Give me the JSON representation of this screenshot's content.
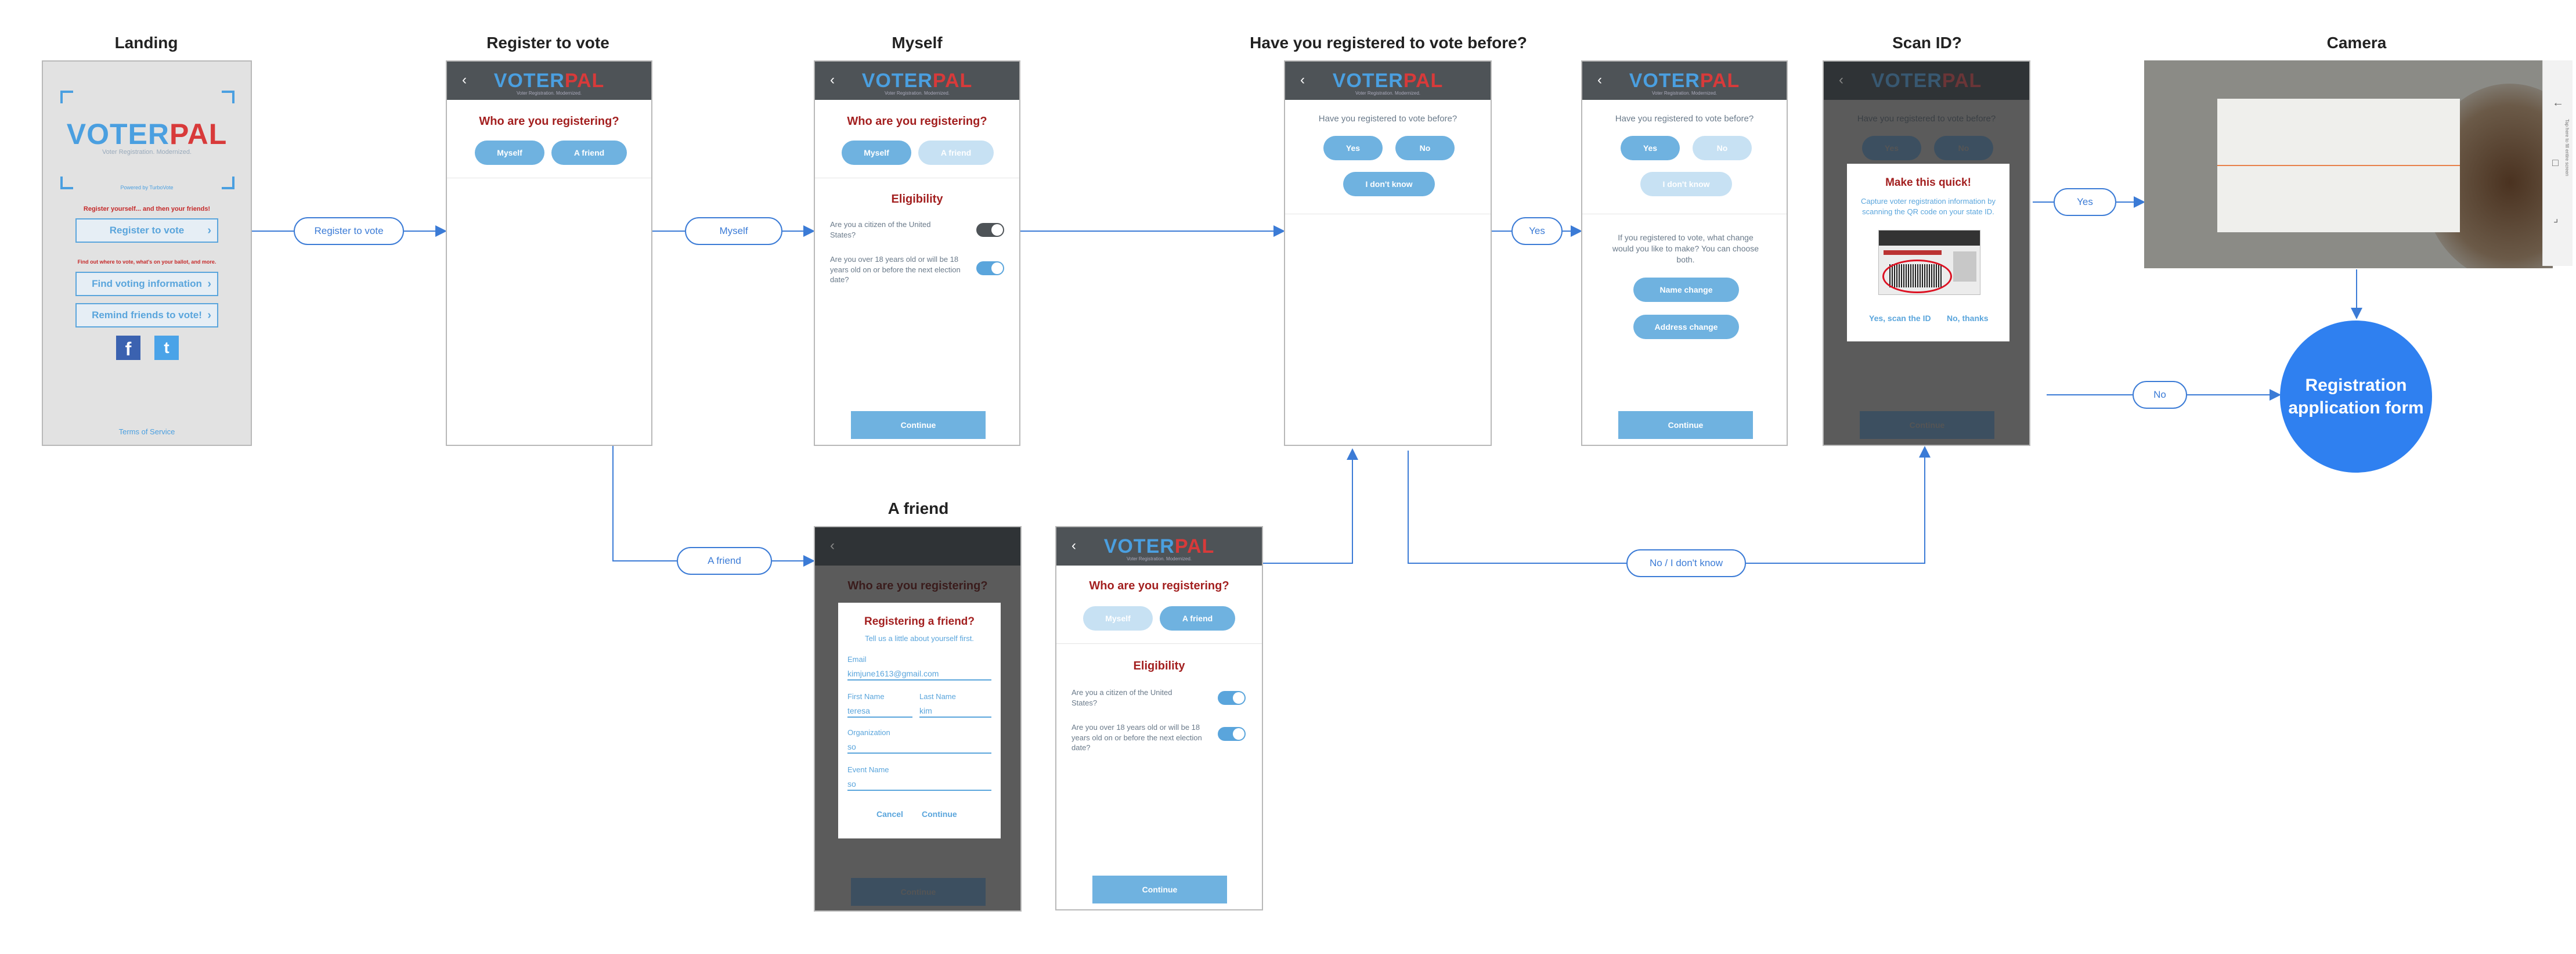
{
  "titles": {
    "landing": "Landing",
    "register": "Register to vote",
    "myself": "Myself",
    "registered_before": "Have you registered to vote before?",
    "scan": "Scan ID?",
    "camera": "Camera",
    "friend": "A friend"
  },
  "app": {
    "logo_voter": "VOTER",
    "logo_pal": "PAL",
    "logo_sub": "Voter Registration. Modernized.",
    "back": "‹"
  },
  "landing": {
    "tagline": "Voter Registration. Modernized.",
    "powered": "Powered by TurboVote",
    "reg_prompt": "Register yourself... and then your friends!",
    "register_btn": "Register to vote",
    "find_prompt": "Find out where to vote, what's on your ballot, and more.",
    "find_btn": "Find voting information",
    "remind_btn": "Remind friends to vote!",
    "terms": "Terms of Service",
    "chev": "›",
    "facebook": "f",
    "twitter": "t"
  },
  "who": {
    "question": "Who are you registering?",
    "myself": "Myself",
    "friend": "A friend"
  },
  "eligibility": {
    "heading": "Eligibility",
    "q_citizen": "Are you a citizen of the United States?",
    "q_age": "Are you over 18 years old or will be 18 years old on or before the next election date?",
    "toggle_no": "No",
    "toggle_yes": "Yes",
    "continue": "Continue"
  },
  "registered": {
    "question": "Have you registered to vote before?",
    "yes": "Yes",
    "no": "No",
    "dont_know": "I don't know",
    "change_prompt": "If you registered to vote, what change would you like to make? You can choose both.",
    "name_change": "Name change",
    "address_change": "Address change",
    "continue": "Continue"
  },
  "scan": {
    "bg_question": "Have you registered to vote before?",
    "bg_yes": "Yes",
    "bg_no": "No",
    "bg_continue": "Continue",
    "modal_title": "Make this quick!",
    "modal_text": "Capture voter registration information by scanning the QR code on your state ID.",
    "yes_scan": "Yes, scan the ID",
    "no_thanks": "No, thanks"
  },
  "camera": {
    "side_text": "Tap here to fill entire screen",
    "side_icons": [
      "←",
      "□",
      "⌟"
    ]
  },
  "friend_modal": {
    "bg_question": "Who are you registering?",
    "bg_continue": "Continue",
    "title": "Registering a friend?",
    "subtitle": "Tell us a little about yourself first.",
    "email_label": "Email",
    "email_value": "kimjune1613@gmail.com",
    "first_label": "First Name",
    "first_value": "teresa",
    "last_label": "Last Name",
    "last_value": "kim",
    "org_label": "Organization",
    "org_value": "so",
    "event_label": "Event Name",
    "event_value": "so",
    "cancel": "Cancel",
    "continue": "Continue"
  },
  "flow": {
    "register_to_vote": "Register to vote",
    "myself": "Myself",
    "a_friend": "A friend",
    "yes1": "Yes",
    "yes2": "Yes",
    "no": "No",
    "no_dont_know": "No / I don't know"
  },
  "final": {
    "label": "Registration application form"
  },
  "colors": {
    "flow_line": "#3b7bd6",
    "header": "#4e5357",
    "accent_blue": "#6fb2e0",
    "heading_red": "#a32020",
    "final_circle": "#2f80f0"
  }
}
